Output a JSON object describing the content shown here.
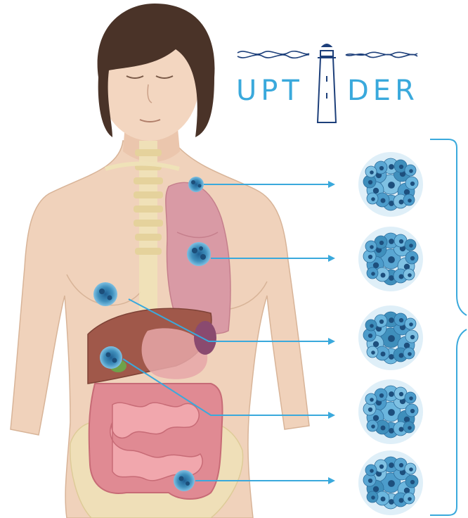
{
  "logo": {
    "text_left": "UPT",
    "text_right": "DER"
  },
  "colors": {
    "brand": "#3aa9dc",
    "arrow": "#3aa9dc",
    "skin": "#f0d2bb",
    "hair": "#4a3328",
    "lung": "#d99aa5",
    "liver": "#a0584a",
    "intestine": "#e08a93",
    "pelvis": "#efe2b8",
    "tumor": "#3f8fbc"
  },
  "icons": [
    "lighthouse-icon",
    "dna-helix-icon"
  ],
  "metastases": [
    {
      "site": "thyroid",
      "icon": "tumor-cluster-icon"
    },
    {
      "site": "lung",
      "icon": "tumor-cluster-icon"
    },
    {
      "site": "breast",
      "icon": "tumor-cluster-icon"
    },
    {
      "site": "liver",
      "icon": "tumor-cluster-icon"
    },
    {
      "site": "colon",
      "icon": "tumor-cluster-icon"
    }
  ]
}
